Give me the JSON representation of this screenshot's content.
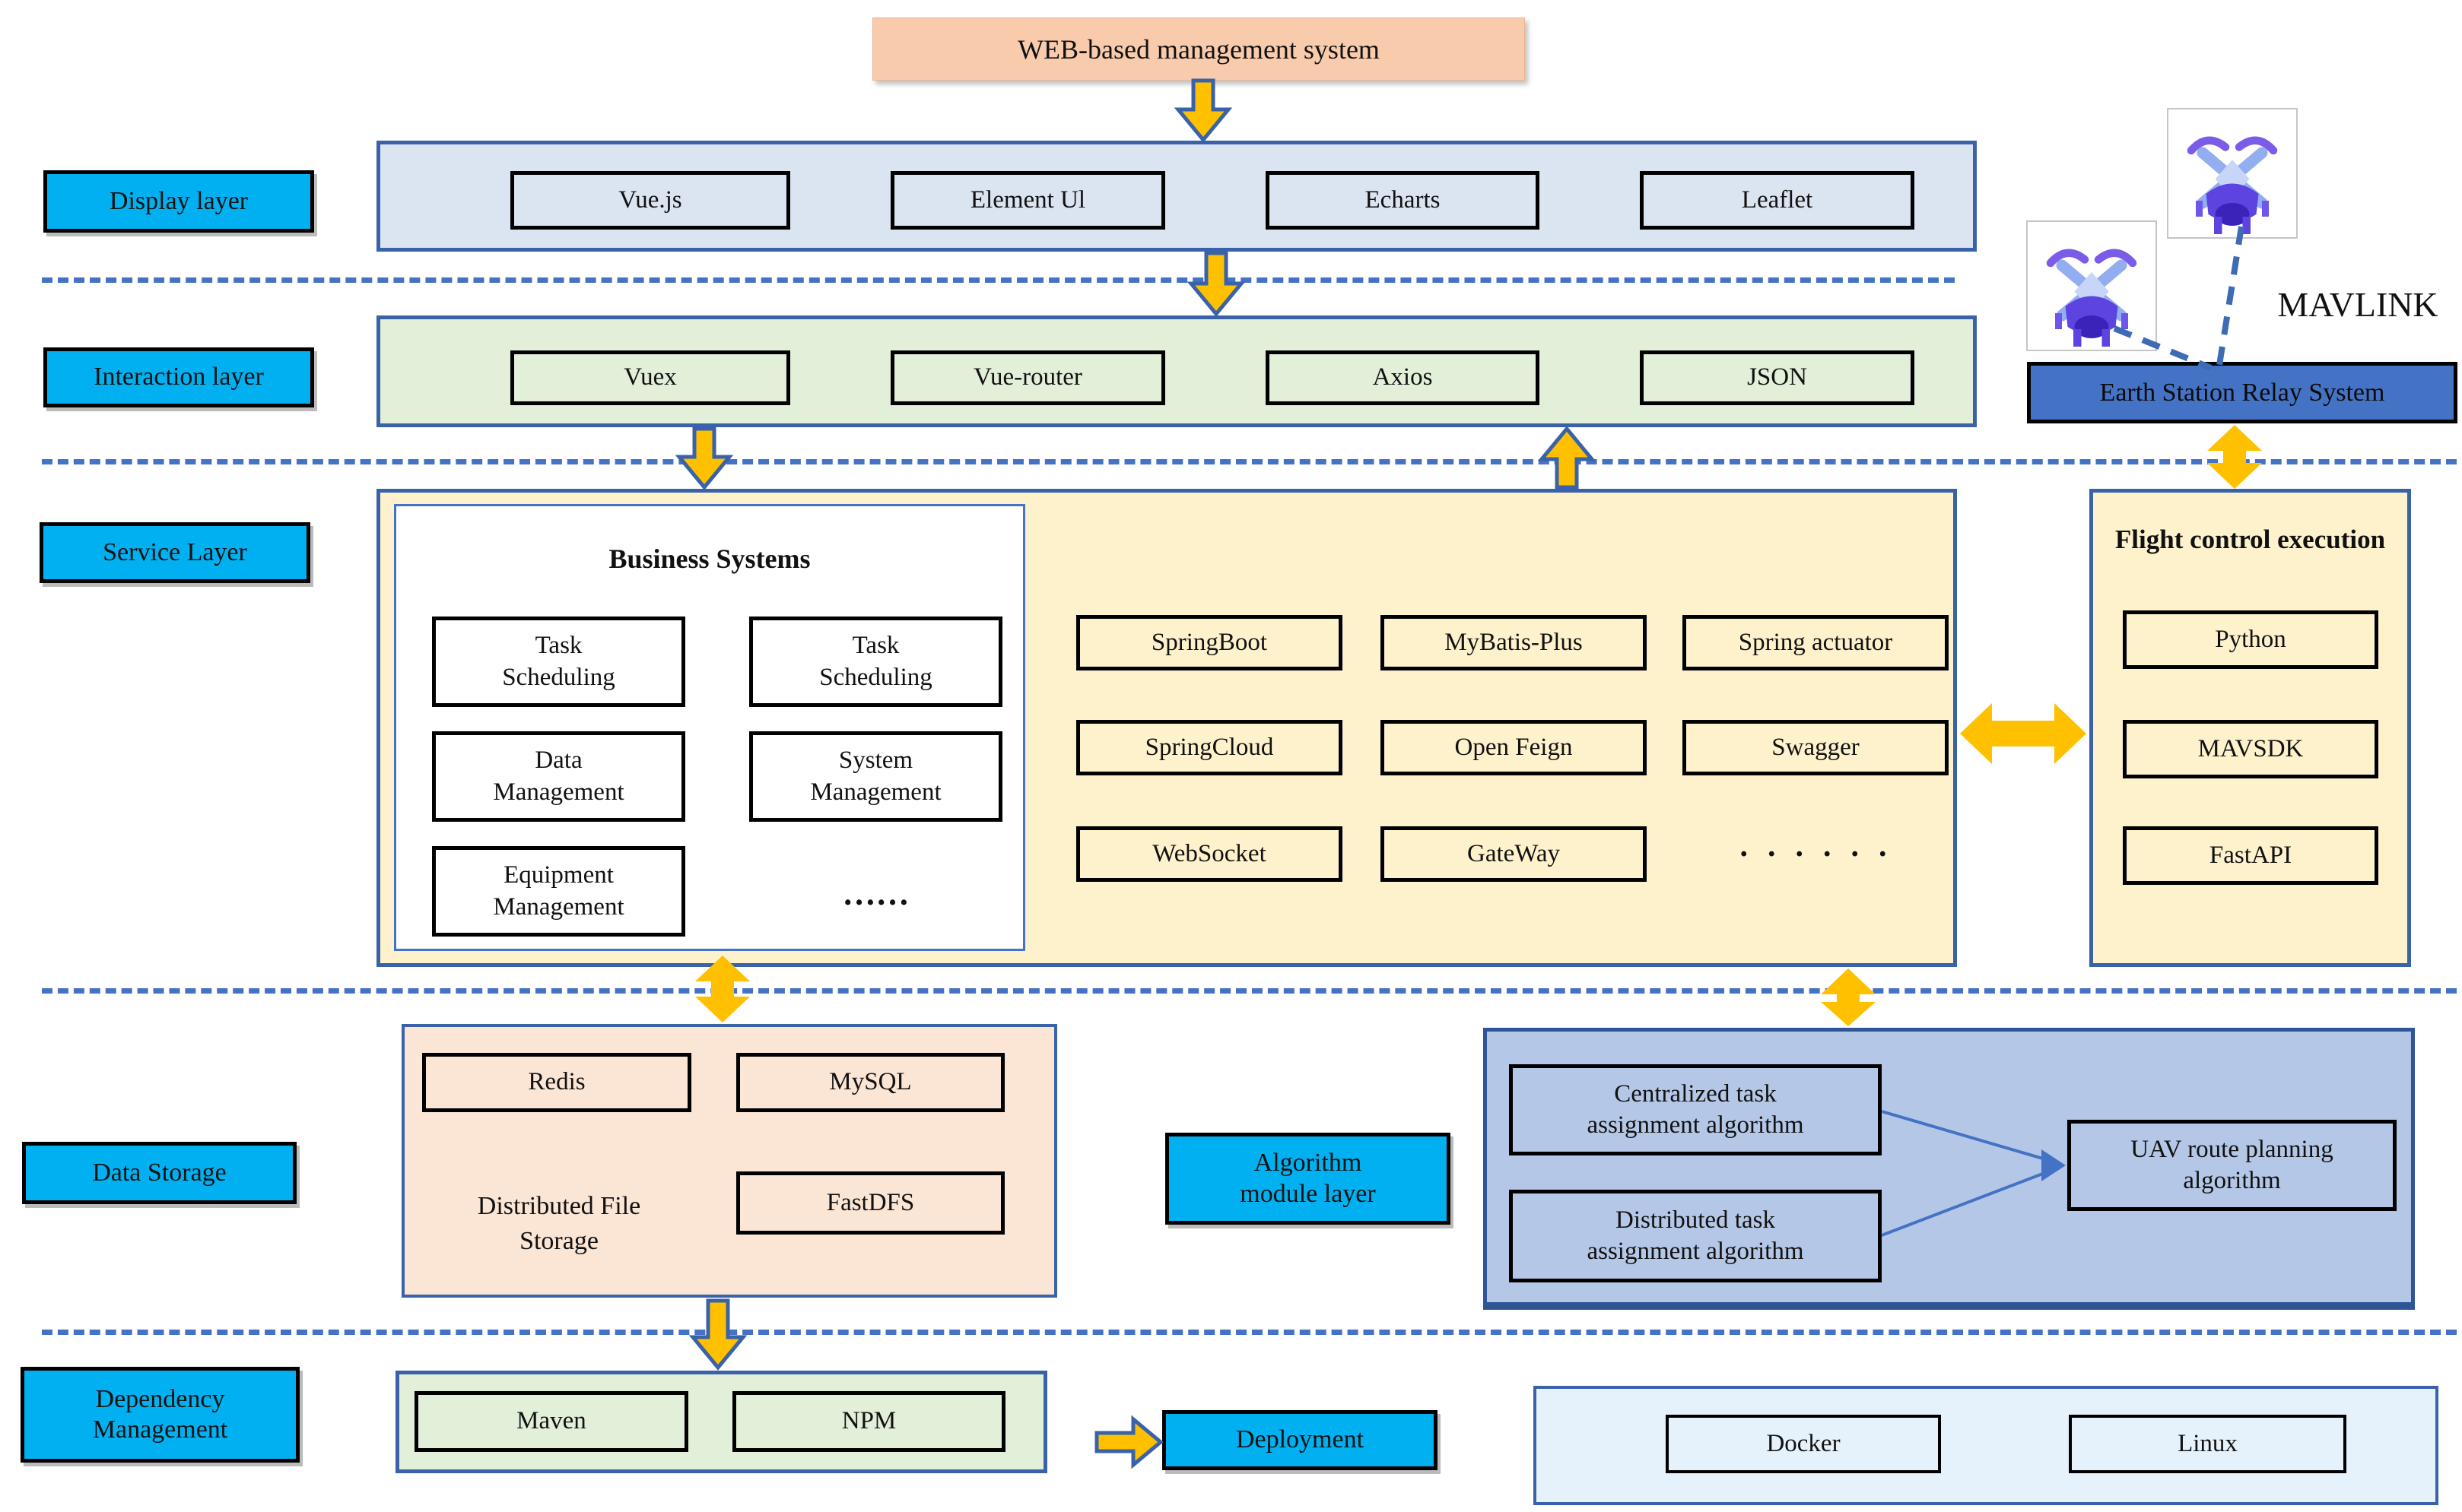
{
  "header": {
    "title": "WEB-based management system"
  },
  "mavlink": {
    "label": "MAVLINK"
  },
  "earth_station": {
    "label": "Earth Station Relay System"
  },
  "display_layer": {
    "label": "Display layer",
    "items": [
      "Vue.js",
      "Element Ul",
      "Echarts",
      "Leaflet"
    ]
  },
  "interaction_layer": {
    "label": "Interaction layer",
    "items": [
      "Vuex",
      "Vue-router",
      "Axios",
      "JSON"
    ]
  },
  "service_layer": {
    "label": "Service Layer",
    "business": {
      "title": "Business Systems",
      "boxes": [
        "Task Scheduling",
        "Task Scheduling",
        "Data Management",
        "System Management",
        "Equipment Management"
      ],
      "ellipsis": "……"
    },
    "middleware": {
      "boxes": [
        "SpringBoot",
        "MyBatis-Plus",
        "Spring actuator",
        "SpringCloud",
        "Open Feign",
        "Swagger",
        "WebSocket",
        "GateWay"
      ],
      "ellipsis": "· · · · · ·"
    },
    "flight": {
      "title": "Flight control execution",
      "boxes": [
        "Python",
        "MAVSDK",
        "FastAPI"
      ]
    }
  },
  "data_storage": {
    "label": "Data Storage",
    "boxes": [
      "Redis",
      "MySQL"
    ],
    "group_label": "Distributed File Storage",
    "group_box": "FastDFS"
  },
  "algorithm_layer": {
    "label": "Algorithm module layer",
    "inputs": [
      "Centralized task assignment algorithm",
      "Distributed task assignment algorithm"
    ],
    "output": "UAV route planning algorithm"
  },
  "dependency": {
    "label": "Dependency Management",
    "boxes": [
      "Maven",
      "NPM"
    ]
  },
  "deployment": {
    "label": "Deployment",
    "env_boxes": [
      "Docker",
      "Linux"
    ]
  },
  "colors": {
    "layer_label_bg": "#00B0F0",
    "arrow_fill": "#FFC000",
    "arrow_outline": "#3A62A8",
    "panel_border": "#3A62A8",
    "separator": "#4472C4",
    "title_bg": "#F9CBAD",
    "display_bg": "#DBE5F1",
    "interaction_bg": "#E2EFD9",
    "service_bg": "#FEF2CC",
    "data_storage_bg": "#FBE5D5",
    "algorithm_bg": "#B4C7E7",
    "deployment_env_bg": "#E6F2FB",
    "earth_station_bg": "#4472C4"
  }
}
